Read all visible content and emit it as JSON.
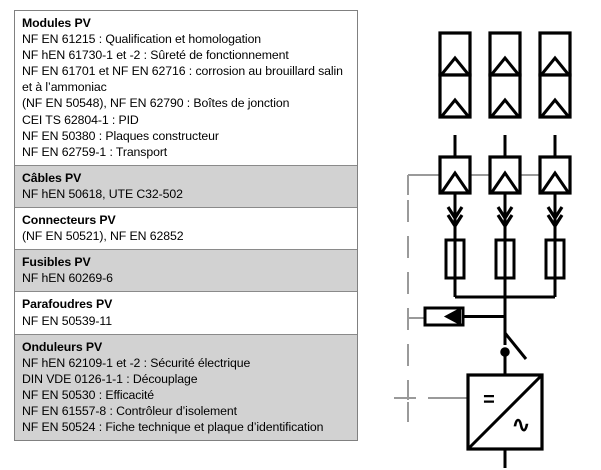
{
  "table": {
    "rows": [
      {
        "shaded": false,
        "title": "Modules PV",
        "lines": [
          "NF EN 61215 : Qualification et homologation",
          "NF hEN 61730-1 et -2 : Sûreté de fonctionnement",
          "NF EN 61701 et NF EN 62716 : corrosion au brouillard salin",
          "et à l’ammoniac",
          "(NF EN 50548), NF EN 62790 : Boîtes de jonction",
          "CEI TS 62804-1 : PID",
          "NF EN 50380 : Plaques constructeur",
          "NF EN 62759-1 : Transport"
        ]
      },
      {
        "shaded": true,
        "title": "Câbles PV",
        "lines": [
          "NF hEN 50618, UTE C32-502"
        ]
      },
      {
        "shaded": false,
        "title": "Connecteurs PV",
        "lines": [
          "(NF EN 50521), NF EN 62852"
        ]
      },
      {
        "shaded": true,
        "title": "Fusibles PV",
        "lines": [
          "NF hEN 60269-6"
        ]
      },
      {
        "shaded": false,
        "title": "Parafoudres PV",
        "lines": [
          "NF EN 50539-11"
        ]
      },
      {
        "shaded": true,
        "title": "Onduleurs PV",
        "lines": [
          "NF hEN 62109-1 et -2 : Sécurité électrique",
          "DIN VDE 0126-1-1 : Découplage",
          "NF EN 50530 : Efficacité",
          "NF EN 61557-8 : Contrôleur d’isolement",
          "NF EN 50524 : Fiche technique et plaque d’identification"
        ]
      }
    ]
  },
  "diagram": {
    "inverter": {
      "dc_label": "=",
      "ac_label": "∿"
    },
    "colors": {
      "line": "#000000",
      "earth": "#9a9a9a",
      "shaded_row": "#d2d2d2",
      "border": "#808080"
    }
  }
}
